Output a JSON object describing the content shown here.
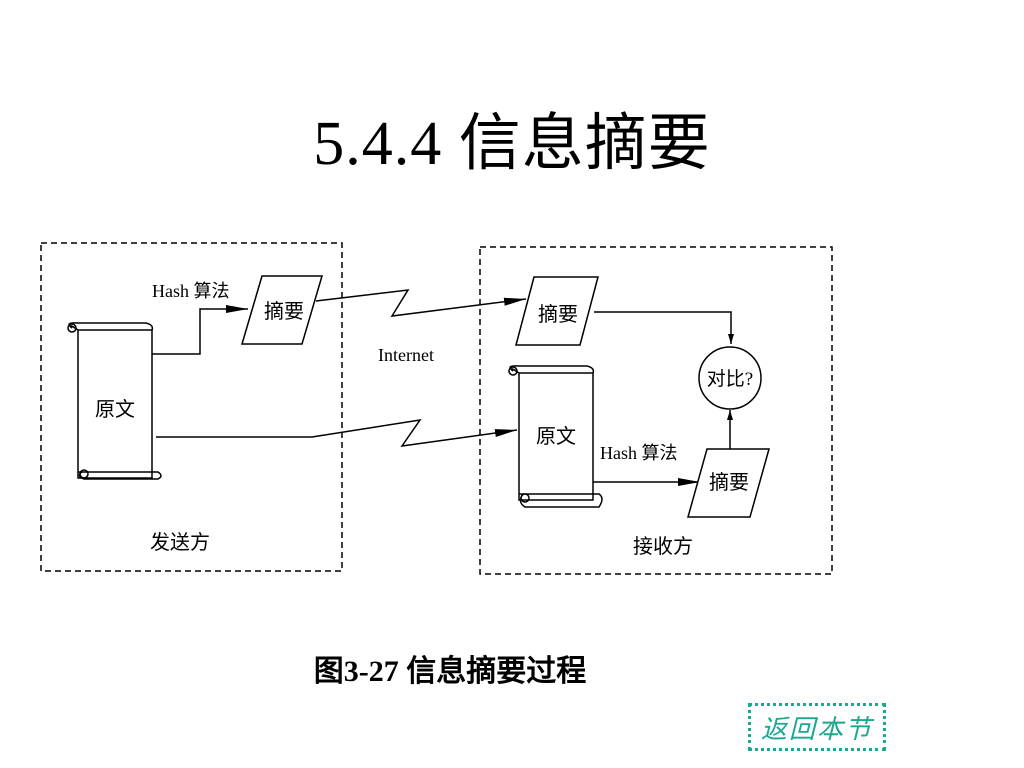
{
  "page": {
    "title": "5.4.4  信息摘要",
    "caption": "图3-27  信息摘要过程",
    "back_link": "返回本节"
  },
  "diagram": {
    "sender": {
      "label": "发送方",
      "original": "原文",
      "algorithm": "Hash 算法",
      "digest": "摘要"
    },
    "network_label": "Internet",
    "receiver": {
      "label": "接收方",
      "received_digest": "摘要",
      "original": "原文",
      "algorithm": "Hash 算法",
      "digest": "摘要",
      "compare": "对比?"
    }
  },
  "colors": {
    "line": "#000000",
    "link": "#1aa88f"
  }
}
